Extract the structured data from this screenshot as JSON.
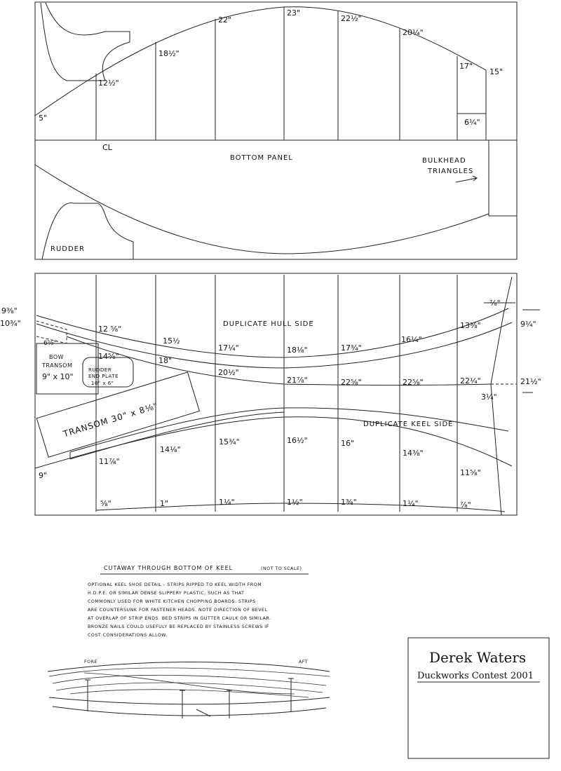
{
  "bottom_panel": {
    "title": "BOTTOM PANEL",
    "rudder_label": "RUDDER",
    "bulkhead_label_1": "BULKHEAD",
    "bulkhead_label_2": "TRIANGLES",
    "centerline_mark": "CL",
    "widths": [
      "5\"",
      "12½\"",
      "18½\"",
      "22\"",
      "23\"",
      "22½\"",
      "20¼\"",
      "17\"",
      "15\""
    ],
    "offset_label": "6¼\""
  },
  "hull_side": {
    "title": "DUPLICATE HULL SIDE",
    "left_top": "9⅜\"",
    "left_bottom": "10¾\"",
    "bow_offset": "6⅝\"",
    "upper": [
      "12 ⅝\"",
      "15½",
      "17¼\"",
      "18⅛\"",
      "17¾\"",
      "16¼\"",
      "13⅜\""
    ],
    "lower": [
      "14⅝\"",
      "18\"",
      "20½\"",
      "21⅞\"",
      "22⅝\"",
      "22⅝\"",
      "22¼\""
    ],
    "right_top": "⅞\"",
    "right_upper": "9¼\"",
    "right_lower": "21½\"",
    "right_offset": "3¼\""
  },
  "bow_transom": {
    "line1": "BOW",
    "line2": "TRANSOM",
    "size": "9\" x 10\""
  },
  "rudder_plate": {
    "line1": "RUDDER",
    "line2": "END PLATE",
    "size": "10\" x 6\""
  },
  "transom": {
    "label": "TRANSOM 30\" x 8⅛\""
  },
  "keel_side": {
    "title": "DUPLICATE KEEL SIDE",
    "left": "9\"",
    "upper": [
      "11⅞\"",
      "14⅛\"",
      "15¾\"",
      "16½\"",
      "16\"",
      "14⅜\"",
      "11⅝\""
    ],
    "lower": [
      "⅝\"",
      "1\"",
      "1¼\"",
      "1½\"",
      "1⅜\"",
      "1¼\"",
      "⅞\""
    ]
  },
  "cutaway": {
    "title": "CUTAWAY THROUGH BOTTOM OF KEEL",
    "note": "(NOT TO SCALE)",
    "description": [
      "OPTIONAL KEEL SHOE DETAIL - STRIPS RIPPED TO KEEL WIDTH FROM",
      "H.D.P.E. OR SIMILAR DENSE SLIPPERY PLASTIC, SUCH AS THAT",
      "COMMONLY USED FOR WHITE KITCHEN CHOPPING BOARDS. STRIPS",
      "ARE COUNTERSUNK FOR FASTENER HEADS. NOTE DIRECTION OF BEVEL",
      "AT OVERLAP OF STRIP ENDS. BED STRIPS IN GUTTER CAULK OR SIMILAR.",
      "BRONZE NAILS COULD USEFULY BE REPLACED BY STAINLESS SCREWS IF",
      "COST CONSIDERATIONS ALLOW."
    ],
    "fore": "FORE",
    "aft": "AFT"
  },
  "title_block": {
    "name": "Derek Waters",
    "subtitle": "Duckworks Contest 2001"
  }
}
